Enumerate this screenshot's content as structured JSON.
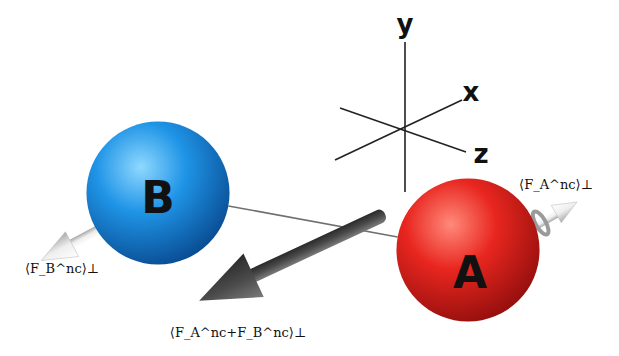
{
  "diagram": {
    "nodes": [
      {
        "text": [
          "B"
        ]
      },
      {
        "text": [
          "A"
        ]
      }
    ],
    "edges": [
      {
        "from": 0,
        "to": 1,
        "arrow": "none"
      }
    ],
    "labels": [
      "y",
      "x",
      "z",
      "⟨F_B^nc⟩⊥",
      "⟨F_A^nc+F_B^nc⟩⊥",
      "⟨F_A^nc⟩⊥"
    ]
  }
}
